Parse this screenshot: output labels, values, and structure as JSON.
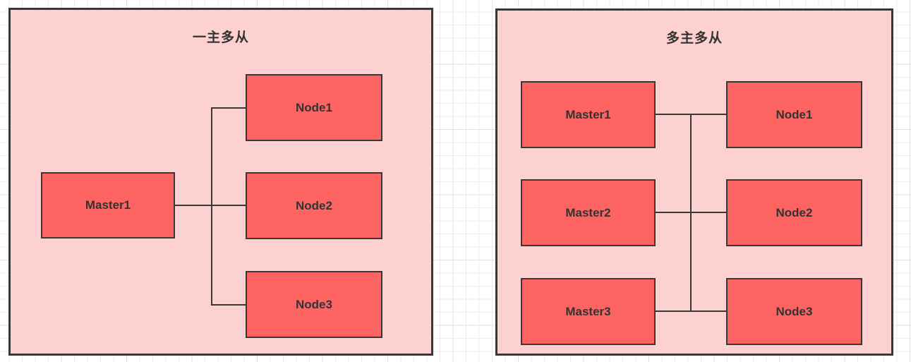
{
  "colors": {
    "background": "#ffffff",
    "grid_minor": "#ededed",
    "grid_major": "#e2e2e2",
    "panel_fill": "#fcd1cf",
    "box_fill": "#fd6461",
    "stroke": "#383838",
    "text": "#333333"
  },
  "left_panel": {
    "title": "一主多从",
    "master1": "Master1",
    "node1": "Node1",
    "node2": "Node2",
    "node3": "Node3"
  },
  "right_panel": {
    "title": "多主多从",
    "master1": "Master1",
    "master2": "Master2",
    "master3": "Master3",
    "node1": "Node1",
    "node2": "Node2",
    "node3": "Node3"
  }
}
